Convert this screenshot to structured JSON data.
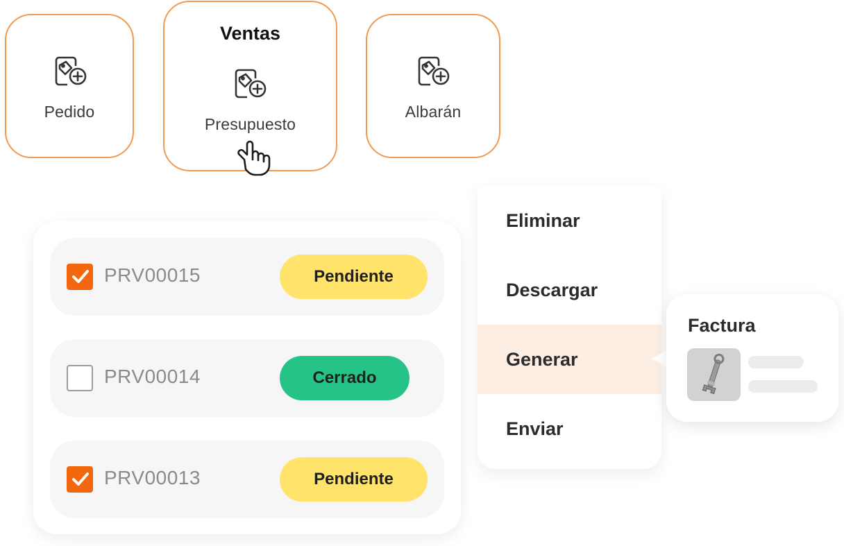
{
  "doc_types": {
    "pedido": {
      "label": "Pedido"
    },
    "ventas": {
      "title": "Ventas",
      "label": "Presupuesto"
    },
    "albaran": {
      "label": "Albarán"
    }
  },
  "documents": [
    {
      "code": "PRV00015",
      "status": "Pendiente",
      "checked": true
    },
    {
      "code": "PRV00014",
      "status": "Cerrado",
      "checked": false
    },
    {
      "code": "PRV00013",
      "status": "Pendiente",
      "checked": true
    }
  ],
  "menu": {
    "items": [
      "Eliminar",
      "Descargar",
      "Generar",
      "Enviar"
    ],
    "active": "Generar"
  },
  "preview": {
    "title": "Factura"
  },
  "colors": {
    "accent": "#f3670f",
    "card_border": "#f29a4f",
    "pending": "#ffe36a",
    "closed": "#26c386",
    "menu_active": "#fdeee3"
  },
  "icons": {
    "card": "tag-document-plus-icon",
    "cursor": "hand-pointer-icon",
    "checkbox": "checkmark-icon",
    "thumbnail": "wrench-icon"
  }
}
